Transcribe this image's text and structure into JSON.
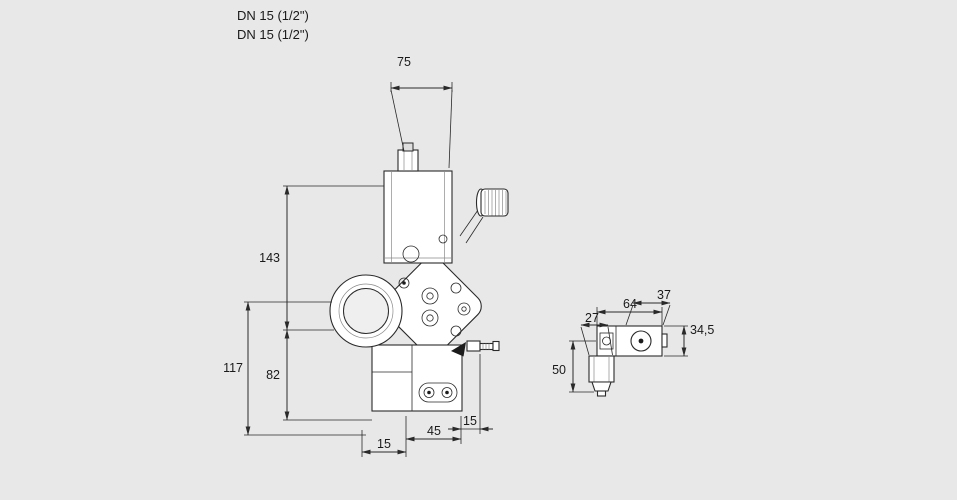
{
  "colors": {
    "background": "#e8e8e8",
    "ink": "#2a2a2a",
    "text": "#1a1a1a"
  },
  "annotations": {
    "dn_line1": "DN 15 (1/2\")",
    "dn_line2": "DN 15 (1/2\")"
  },
  "dimensions": {
    "main": {
      "top_width": "75",
      "actuator_height": "143",
      "overall_height": "117",
      "lower_height": "82",
      "bottom_left_offset": "15",
      "bottom_width": "45",
      "bottom_right_offset": "15"
    },
    "solenoid": {
      "coil_width": "27",
      "body_width": "64",
      "top_width": "37",
      "body_height": "34,5",
      "total_height": "50"
    }
  }
}
